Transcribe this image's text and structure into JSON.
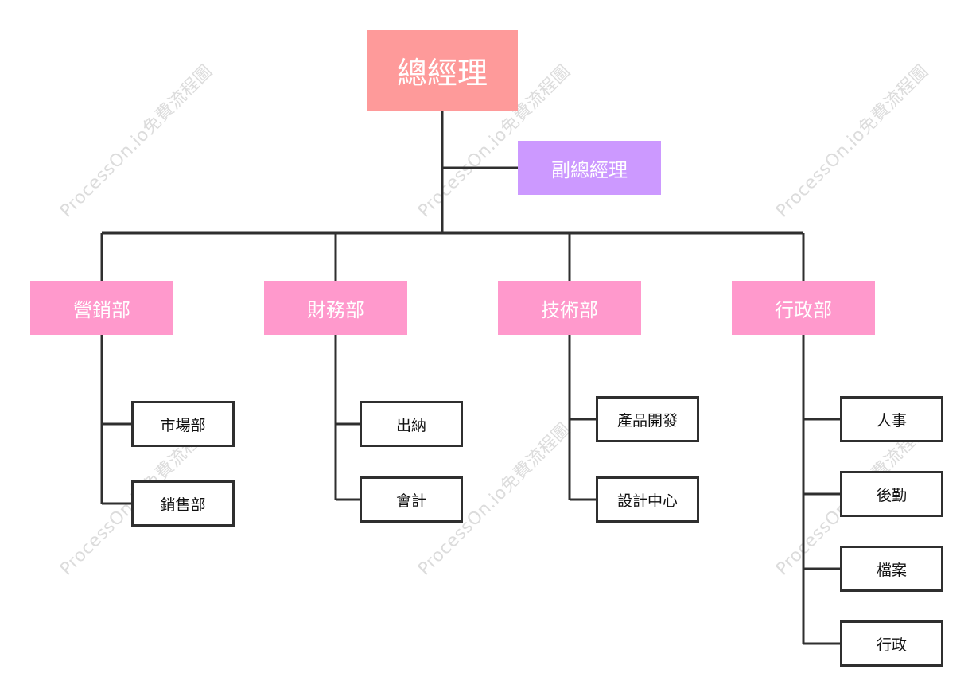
{
  "watermark": "ProcessOn.io免費流程圖",
  "org": {
    "ceo": "總經理",
    "vice": "副總經理",
    "departments": [
      {
        "name": "營銷部",
        "children": [
          "市場部",
          "銷售部"
        ]
      },
      {
        "name": "財務部",
        "children": [
          "出納",
          "會計"
        ]
      },
      {
        "name": "技術部",
        "children": [
          "產品開發",
          "設計中心"
        ]
      },
      {
        "name": "行政部",
        "children": [
          "人事",
          "後勤",
          "檔案",
          "行政"
        ]
      }
    ]
  },
  "colors": {
    "ceo": "#fe9a9a",
    "vice": "#cc99ff",
    "department": "#ff99cc",
    "line": "#2f2f2f"
  }
}
